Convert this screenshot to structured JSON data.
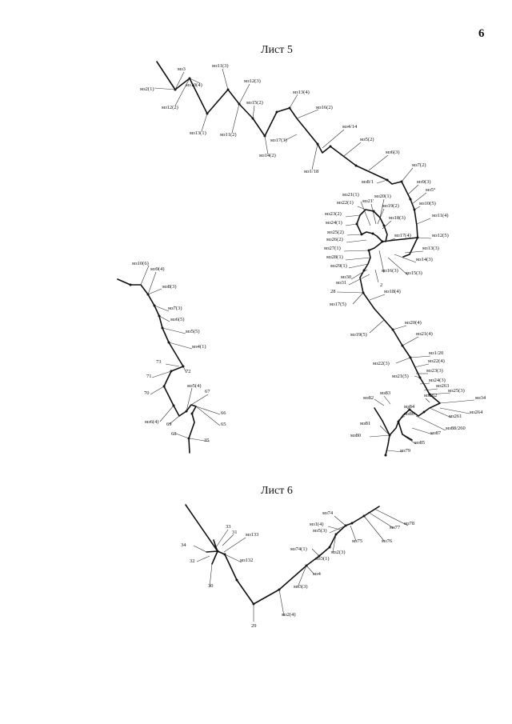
{
  "page_number": "6",
  "sheets": [
    {
      "title": "Лист 5",
      "labels": [
        "мз3",
        "мз2(1)",
        "мз10(4)",
        "мз11(3)",
        "мз12(3)",
        "мз12(2)",
        "мз13(1)",
        "мз15(2)",
        "мз11(2)",
        "мз13(4)",
        "мз16(2)",
        "мз17(3)",
        "мз14(2)",
        "мз4/14",
        "мз1/18",
        "мз5(2)",
        "мз6(3)",
        "мз8/1",
        "мз7(2)",
        "мз9(3)",
        "мз5°",
        "мз10(5)",
        "мз11(4)",
        "мз12(5)",
        "мз13(3)",
        "мз14(3)",
        "мз15(3)",
        "мз16(3)",
        "мз21(1)",
        "мз20(1)",
        "мз21'",
        "мз22(1)",
        "мз19(2)",
        "мз23(2)",
        "мз18(3)",
        "мз24(1)",
        "мз17(4)",
        "мз25(2)",
        "мз26(2)",
        "мз27(1)",
        "мз28(1)",
        "мз29(1)",
        "мз30",
        "мз31",
        "2",
        "28",
        "мз18(4)",
        "мз17(5)",
        "мз19(5)",
        "мз20(4)",
        "мз21(4)",
        "мз1/20",
        "мз22(3)",
        "мз22(4)",
        "мз21(5)",
        "мз23(3)",
        "мз24(3)",
        "мз263",
        "мз25(3)",
        "мз82",
        "мз83",
        "мз262",
        "мз34",
        "мз84",
        "мз264",
        "мз261",
        "мз86",
        "мз81",
        "мз87",
        "мз88/260",
        "мз80",
        "мз85",
        "мз79",
        "мз10(6)",
        "мз9(4)",
        "мз8(3)",
        "мз7(3)",
        "мз6(5)",
        "мз5(5)",
        "мз4(1)",
        "73",
        "72",
        "71",
        "70",
        "мз5(4)",
        "67",
        "66",
        "65",
        "69",
        "мз6(4)",
        "68",
        "35"
      ]
    },
    {
      "title": "Лист 6",
      "labels": [
        "33",
        "31",
        "мз133",
        "34",
        "мз132",
        "32",
        "30",
        "29",
        "мз2(4)",
        "мз3(3)",
        "мз4",
        "мз3(1)",
        "мз74(1)",
        "мз2(3)",
        "мз74",
        "мз1(4)",
        "мз5(3)",
        "мз75",
        "мз76",
        "мз77",
        "мз78"
      ]
    }
  ]
}
